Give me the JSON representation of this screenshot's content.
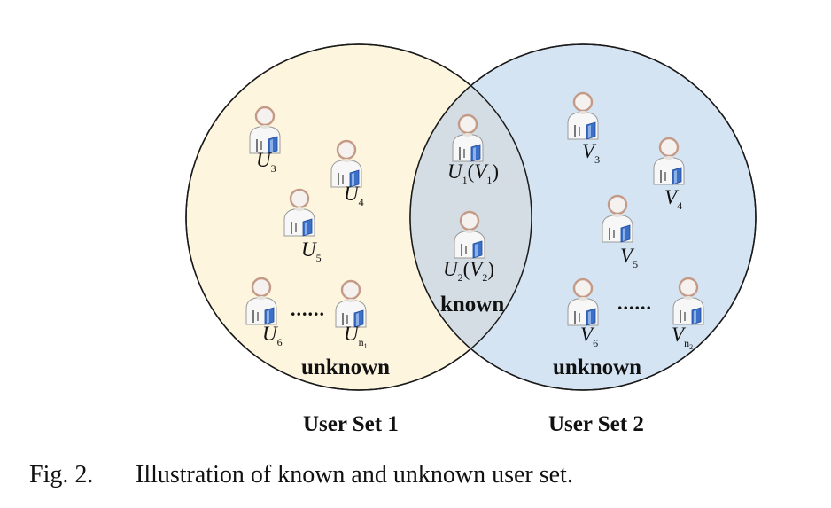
{
  "figure": {
    "caption_number": "Fig. 2.",
    "caption_text": "Illustration of known and unknown user set."
  },
  "colors": {
    "set1_fill": "#fdf5de",
    "set2_fill": "#d5e4f3",
    "overlap_fill": "#d3dde3",
    "outline": "#1a1a1a",
    "user_body": "#f7f7f7",
    "user_head_ring": "#c49a86",
    "badge": "#3c6fc6"
  },
  "sets": {
    "set1": {
      "label": "User Set 1",
      "region_label": "unknown"
    },
    "set2": {
      "label": "User Set 2",
      "region_label": "unknown"
    },
    "intersection": {
      "region_label": "known"
    }
  },
  "users": {
    "u3": {
      "letter": "U",
      "sub": "3"
    },
    "u4": {
      "letter": "U",
      "sub": "4"
    },
    "u5": {
      "letter": "U",
      "sub": "5"
    },
    "u6": {
      "letter": "U",
      "sub": "6"
    },
    "un1": {
      "letter": "U",
      "sub": "n",
      "subsub": "1"
    },
    "v3": {
      "letter": "V",
      "sub": "3"
    },
    "v4": {
      "letter": "V",
      "sub": "4"
    },
    "v5": {
      "letter": "V",
      "sub": "5"
    },
    "v6": {
      "letter": "V",
      "sub": "6"
    },
    "vn2": {
      "letter": "V",
      "sub": "n",
      "subsub": "2"
    },
    "k1": {
      "letter": "U",
      "sub": "1",
      "letter2": "V",
      "sub2": "1",
      "open": "(",
      "close": ")"
    },
    "k2": {
      "letter": "U",
      "sub": "2",
      "letter2": "V",
      "sub2": "2",
      "open": "(",
      "close": ")"
    }
  },
  "ellipsis": "......"
}
